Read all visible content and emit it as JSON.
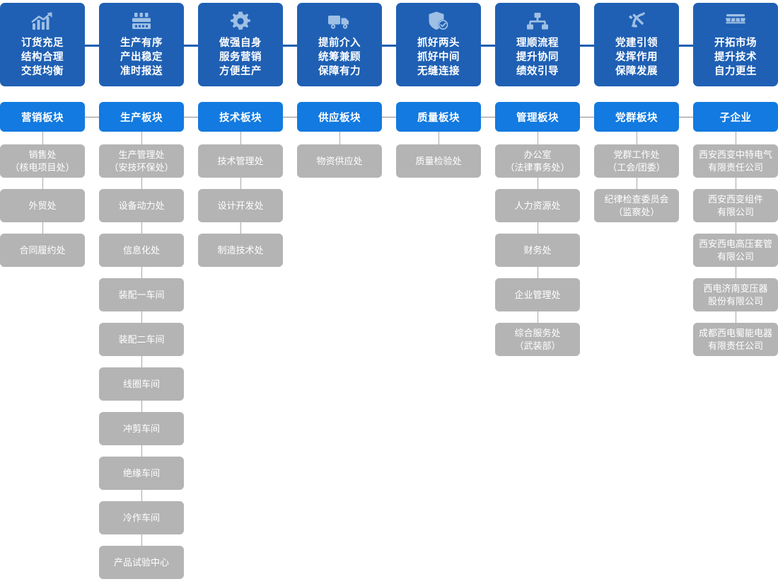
{
  "meta": {
    "colors": {
      "theme_card_blue": "#1f60b4",
      "board_blue": "#127ae0",
      "dept_gray": "#b4b4b4",
      "connector_gray": "#a8a8a8",
      "connector_blue": "#1d5fb0",
      "text_white": "#ffffff",
      "background": "#ffffff"
    }
  },
  "columns": [
    {
      "id": "marketing",
      "theme": {
        "icon": "growth-chart-icon",
        "lines": [
          "订货充足",
          "结构合理",
          "交货均衡"
        ]
      },
      "board": {
        "label": "营销板块"
      },
      "departments": [
        {
          "lines": [
            "销售处",
            "（核电项目处）"
          ]
        },
        {
          "lines": [
            "外贸处"
          ]
        },
        {
          "lines": [
            "合同履约处"
          ]
        }
      ]
    },
    {
      "id": "production",
      "theme": {
        "icon": "factory-icon",
        "lines": [
          "生产有序",
          "产出稳定",
          "准时报送"
        ]
      },
      "board": {
        "label": "生产板块"
      },
      "departments": [
        {
          "lines": [
            "生产管理处",
            "（安技环保处）"
          ]
        },
        {
          "lines": [
            "设备动力处"
          ]
        },
        {
          "lines": [
            "信息化处"
          ]
        },
        {
          "lines": [
            "装配一车间"
          ]
        },
        {
          "lines": [
            "装配二车间"
          ]
        },
        {
          "lines": [
            "线圈车间"
          ]
        },
        {
          "lines": [
            "冲剪车间"
          ]
        },
        {
          "lines": [
            "绝缘车间"
          ]
        },
        {
          "lines": [
            "冷作车间"
          ]
        },
        {
          "lines": [
            "产品试验中心"
          ]
        }
      ]
    },
    {
      "id": "technology",
      "theme": {
        "icon": "gear-icon",
        "lines": [
          "做强自身",
          "服务营销",
          "方便生产"
        ]
      },
      "board": {
        "label": "技术板块"
      },
      "departments": [
        {
          "lines": [
            "技术管理处"
          ]
        },
        {
          "lines": [
            "设计开发处"
          ]
        },
        {
          "lines": [
            "制造技术处"
          ]
        }
      ]
    },
    {
      "id": "supply",
      "theme": {
        "icon": "delivery-truck-icon",
        "lines": [
          "提前介入",
          "统筹兼顾",
          "保障有力"
        ]
      },
      "board": {
        "label": "供应板块"
      },
      "departments": [
        {
          "lines": [
            "物资供应处"
          ]
        }
      ]
    },
    {
      "id": "quality",
      "theme": {
        "icon": "shield-check-icon",
        "lines": [
          "抓好两头",
          "抓好中间",
          "无缝连接"
        ]
      },
      "board": {
        "label": "质量板块"
      },
      "departments": [
        {
          "lines": [
            "质量检验处"
          ]
        }
      ]
    },
    {
      "id": "management",
      "theme": {
        "icon": "org-hierarchy-icon",
        "lines": [
          "理顺流程",
          "提升协同",
          "绩效引导"
        ]
      },
      "board": {
        "label": "管理板块"
      },
      "departments": [
        {
          "lines": [
            "办公室",
            "（法律事务处）"
          ]
        },
        {
          "lines": [
            "人力资源处"
          ]
        },
        {
          "lines": [
            "财务处"
          ]
        },
        {
          "lines": [
            "企业管理处"
          ]
        },
        {
          "lines": [
            "综合服务处",
            "（武装部）"
          ]
        }
      ]
    },
    {
      "id": "party",
      "theme": {
        "icon": "hammer-sickle-icon",
        "lines": [
          "党建引领",
          "发挥作用",
          "保障发展"
        ]
      },
      "board": {
        "label": "党群板块"
      },
      "departments": [
        {
          "lines": [
            "党群工作处",
            "（工会/团委）"
          ]
        },
        {
          "lines": [
            "纪律检查委员会",
            "（监察处）"
          ]
        }
      ]
    },
    {
      "id": "subsidiaries",
      "theme": {
        "icon": "storefront-icon",
        "lines": [
          "开拓市场",
          "提升技术",
          "自力更生"
        ]
      },
      "board": {
        "label": "子企业"
      },
      "departments": [
        {
          "lines": [
            "西安西变中特电气",
            "有限责任公司"
          ]
        },
        {
          "lines": [
            "西安西变组件",
            "有限公司"
          ]
        },
        {
          "lines": [
            "西安西电高压套管",
            "有限公司"
          ]
        },
        {
          "lines": [
            "西电济南变压器",
            "股份有限公司"
          ]
        },
        {
          "lines": [
            "成都西电蜀能电器",
            "有限责任公司"
          ]
        }
      ]
    }
  ]
}
